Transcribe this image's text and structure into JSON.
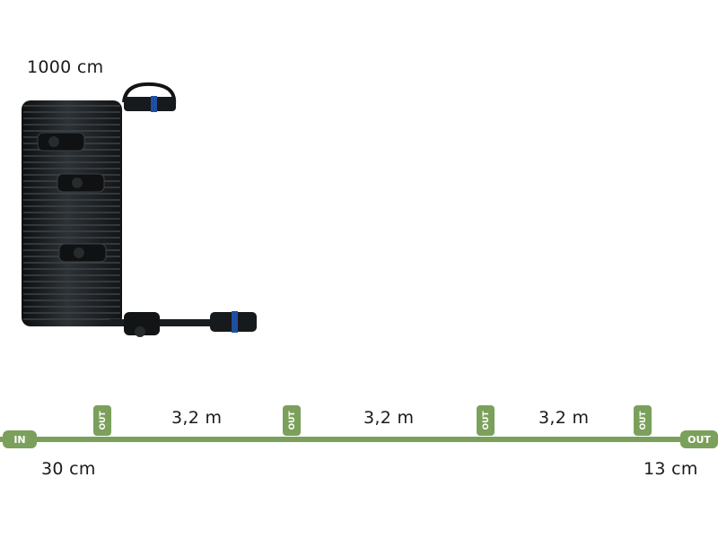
{
  "cable": {
    "length_label": "1000 cm"
  },
  "diagram": {
    "in_label": "IN",
    "out_end_label": "OUT",
    "out_port_label": "OUT",
    "lead_in_label": "30 cm",
    "lead_out_label": "13 cm",
    "segments": [
      {
        "label": "3,2 m"
      },
      {
        "label": "3,2 m"
      },
      {
        "label": "3,2 m"
      }
    ],
    "out_ports": 4
  },
  "colors": {
    "cable_green": "#7ba05b",
    "cable_black": "#1c1f21",
    "connector_blue": "#1f4fa0"
  }
}
